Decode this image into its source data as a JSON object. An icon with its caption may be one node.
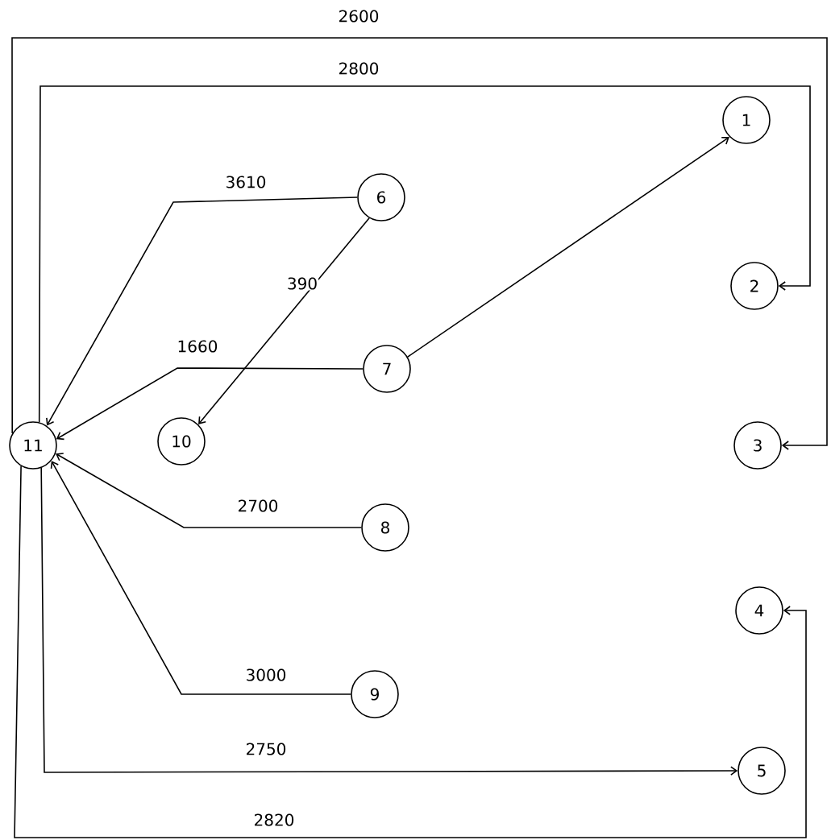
{
  "diagram": {
    "nodes": [
      {
        "text": [
          "1"
        ]
      },
      {
        "text": [
          "2"
        ]
      },
      {
        "text": [
          "3"
        ]
      },
      {
        "text": [
          "4"
        ]
      },
      {
        "text": [
          "5"
        ]
      },
      {
        "text": [
          "6"
        ]
      },
      {
        "text": [
          "7"
        ]
      },
      {
        "text": [
          "8"
        ]
      },
      {
        "text": [
          "9"
        ]
      },
      {
        "text": [
          "10"
        ]
      },
      {
        "text": [
          "11"
        ]
      }
    ],
    "edges": [
      {
        "from": 10,
        "to": 2,
        "arrow": "to",
        "label": "2600"
      },
      {
        "from": 10,
        "to": 1,
        "arrow": "to",
        "label": "2800"
      },
      {
        "from": 5,
        "to": 10,
        "arrow": "to",
        "label": "3610"
      },
      {
        "from": 5,
        "to": 9,
        "arrow": "to",
        "label": "390"
      },
      {
        "from": 6,
        "to": 10,
        "arrow": "to",
        "label": "1660"
      },
      {
        "from": 6,
        "to": 0,
        "arrow": "to"
      },
      {
        "from": 7,
        "to": 10,
        "arrow": "to",
        "label": "2700"
      },
      {
        "from": 8,
        "to": 10,
        "arrow": "to",
        "label": "3000"
      },
      {
        "from": 10,
        "to": 4,
        "arrow": "to",
        "label": "2750"
      },
      {
        "from": 10,
        "to": 3,
        "arrow": "to",
        "label": "2820"
      }
    ]
  }
}
